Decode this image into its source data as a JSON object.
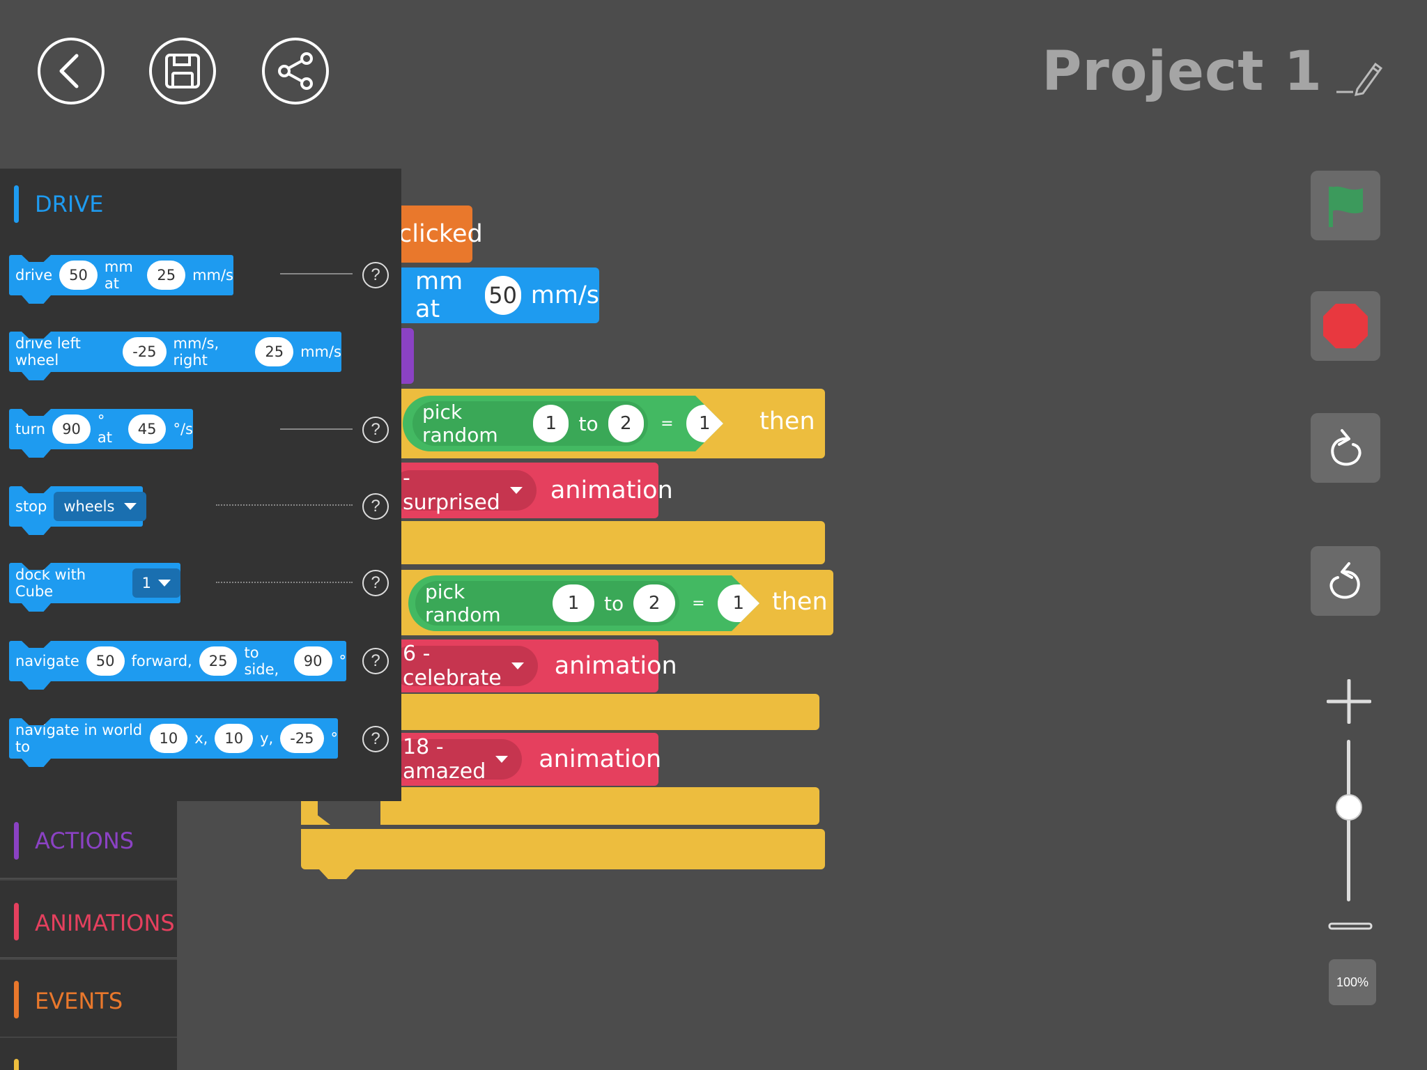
{
  "header": {
    "project_title": "Project 1",
    "back_icon": "chevron-left-icon",
    "save_icon": "floppy-disk-icon",
    "share_icon": "share-icon",
    "edit_icon": "pencil-icon"
  },
  "palette": {
    "category": "DRIVE",
    "category_color": "#1e9bf0",
    "blocks": {
      "drive": {
        "label": "drive",
        "distance": "50",
        "mm_at": "mm  at",
        "speed": "25",
        "unit": "mm/s"
      },
      "drive_wheels": {
        "label": "drive left wheel",
        "left": "-25",
        "mid": "mm/s,  right",
        "right": "25",
        "unit": "mm/s"
      },
      "turn": {
        "label": "turn",
        "angle": "90",
        "deg_at": "°  at",
        "speed": "45",
        "unit": "°/s"
      },
      "stop": {
        "label": "stop",
        "option": "wheels"
      },
      "dock": {
        "label": "dock with Cube",
        "option": "1"
      },
      "navigate": {
        "label": "navigate",
        "forward": "50",
        "forward_label": "forward,",
        "side": "25",
        "side_label": "to side,",
        "angle": "90",
        "deg": "°"
      },
      "navigate_world": {
        "label": "navigate in world to",
        "x": "10",
        "x_label": "x,",
        "y": "10",
        "y_label": "y,",
        "angle": "-25",
        "deg": "°"
      }
    },
    "help_label": "?"
  },
  "categories": [
    {
      "name": "ACTIONS",
      "color": "#8b42c4"
    },
    {
      "name": "ANIMATIONS",
      "color": "#e5405e"
    },
    {
      "name": "EVENTS",
      "color": "#e9782c"
    }
  ],
  "workspace": {
    "event_text": "clicked",
    "drive_text_a": "mm at",
    "drive_speed": "50",
    "drive_unit": "mm/s",
    "if1": {
      "pick": "pick random",
      "from": "1",
      "to": "to",
      "to_val": "2",
      "eq": "=",
      "cmp": "1",
      "then": "then"
    },
    "anim1": {
      "option": "- surprised",
      "label": "animation"
    },
    "if2": {
      "pick": "pick random",
      "from": "1",
      "to": "to",
      "to_val": "2",
      "eq": "=",
      "cmp": "1",
      "then": "then"
    },
    "anim2": {
      "option": "6 - celebrate",
      "label": "animation"
    },
    "anim3": {
      "option": "18 - amazed",
      "label": "animation"
    }
  },
  "controls": {
    "flag_icon": "green-flag-icon",
    "stop_icon": "stop-sign-icon",
    "redo_icon": "redo-icon",
    "undo_icon": "undo-icon",
    "zoom_in_icon": "plus-icon",
    "zoom_out_icon": "minus-icon",
    "zoom_level": "100%",
    "zoom_slider_fraction": 0.6
  }
}
